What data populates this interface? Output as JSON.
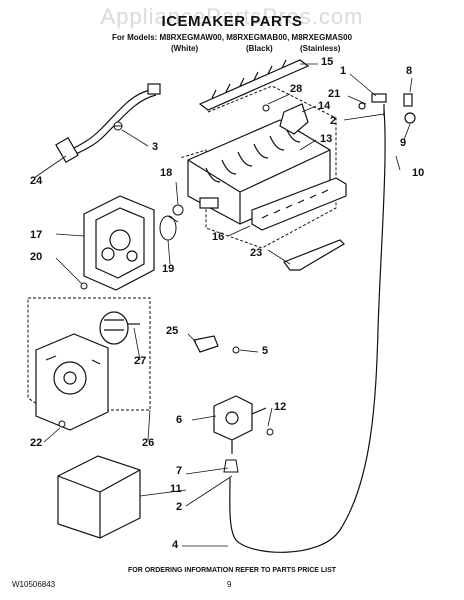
{
  "header": {
    "watermark": "AppliancePartsPros.com",
    "title": "ICEMAKER PARTS",
    "models_line": "For Models: M8RXEGMAW00, M8RXEGMAB00, M8RXEGMAS00",
    "variants": [
      "(White)",
      "(Black)",
      "(Stainless)"
    ]
  },
  "callouts": [
    "15",
    "1",
    "8",
    "28",
    "21",
    "14",
    "2",
    "3",
    "13",
    "9",
    "10",
    "18",
    "17",
    "16",
    "20",
    "19",
    "23",
    "25",
    "5",
    "27",
    "6",
    "12",
    "22",
    "26",
    "7",
    "11",
    "2",
    "4",
    "24"
  ],
  "footer": {
    "doc_number": "W10506843",
    "page": "9",
    "note": "FOR ORDERING INFORMATION REFER TO PARTS PRICE LIST"
  }
}
